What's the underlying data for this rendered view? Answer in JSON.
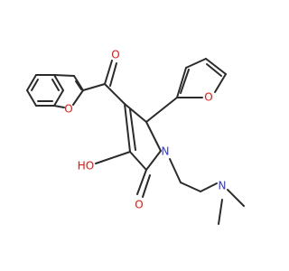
{
  "colors": {
    "bond": "#2b2b2b",
    "oxygen": "#e8140c",
    "nitrogen": "#2f37e6",
    "background": "#ffffff"
  },
  "labels": {
    "ketone_o": "O",
    "benzofuran_o": "O",
    "furan_o": "O",
    "hydroxyl": "HO",
    "lactam_o": "O",
    "ring_n": "N",
    "amine_n": "N"
  }
}
